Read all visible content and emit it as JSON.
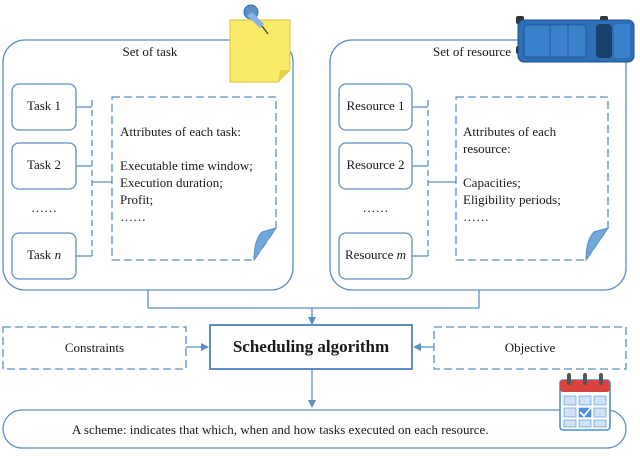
{
  "task_panel": {
    "title": "Set of task",
    "tasks": [
      {
        "prefix": "Task 1",
        "var": ""
      },
      {
        "prefix": "Task 2",
        "var": ""
      },
      {
        "prefix": "……",
        "var": ""
      },
      {
        "prefix": "Task ",
        "var": "n"
      }
    ],
    "attributes": [
      "Attributes of each task:",
      "",
      "Executable time window;",
      "Execution duration;",
      "Profit;",
      "……"
    ]
  },
  "resource_panel": {
    "title": "Set of resource",
    "resources": [
      {
        "prefix": "Resource 1",
        "var": ""
      },
      {
        "prefix": "Resource 2",
        "var": ""
      },
      {
        "prefix": "……",
        "var": ""
      },
      {
        "prefix": "Resource ",
        "var": "m"
      }
    ],
    "attributes": [
      "Attributes of each",
      "resource:",
      "",
      "Capacities;",
      "Eligibility periods;",
      "……"
    ]
  },
  "middle_row": {
    "constraints": "Constraints",
    "algorithm": "Scheduling algorithm",
    "objective": "Objective"
  },
  "scheme": "A scheme: indicates that which, when and how tasks executed on each resource.",
  "icons": [
    "pushpin-note-icon",
    "truck-icon",
    "document-corner-icon",
    "calendar-icon"
  ],
  "colors": {
    "line": "#5b8fc6",
    "sticky_note": "#f9ea68",
    "truck": "#2d6fb8",
    "calendar_red": "#d9443f",
    "calendar_blue": "#4a90d9"
  }
}
